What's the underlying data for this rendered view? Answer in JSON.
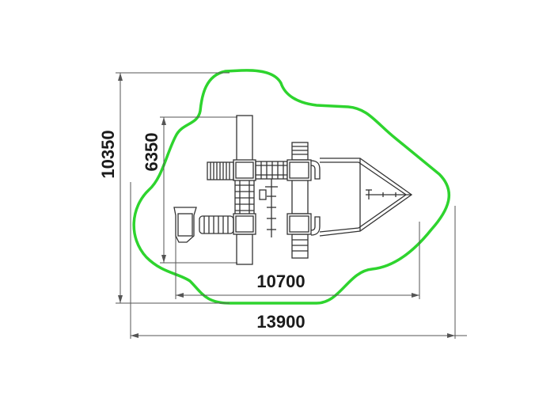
{
  "dimensions": {
    "total_width": "13900",
    "total_depth": "10350",
    "structure_width": "10700",
    "structure_depth": "6350"
  },
  "colors": {
    "safety_zone": "#2ed42e",
    "line": "#333333",
    "dimension_line": "#555555"
  }
}
